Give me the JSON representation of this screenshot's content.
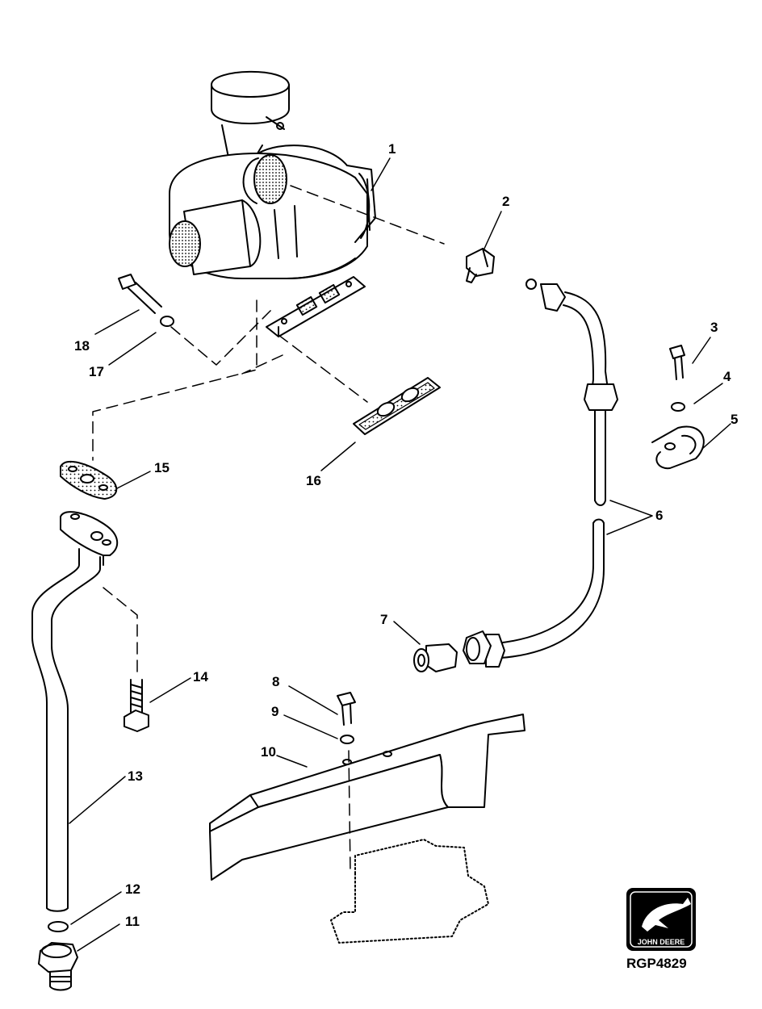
{
  "callouts": {
    "c1": "1",
    "c2": "2",
    "c3": "3",
    "c4": "4",
    "c5": "5",
    "c6": "6",
    "c7": "7",
    "c8": "8",
    "c9": "9",
    "c10": "10",
    "c11": "11",
    "c12": "12",
    "c13": "13",
    "c14": "14",
    "c15": "15",
    "c16": "16",
    "c17": "17",
    "c18": "18"
  },
  "logo": {
    "brand": "JOHN DEERE"
  },
  "figure_id": "RGP4829",
  "colors": {
    "ink": "#000000",
    "paper": "#ffffff"
  }
}
